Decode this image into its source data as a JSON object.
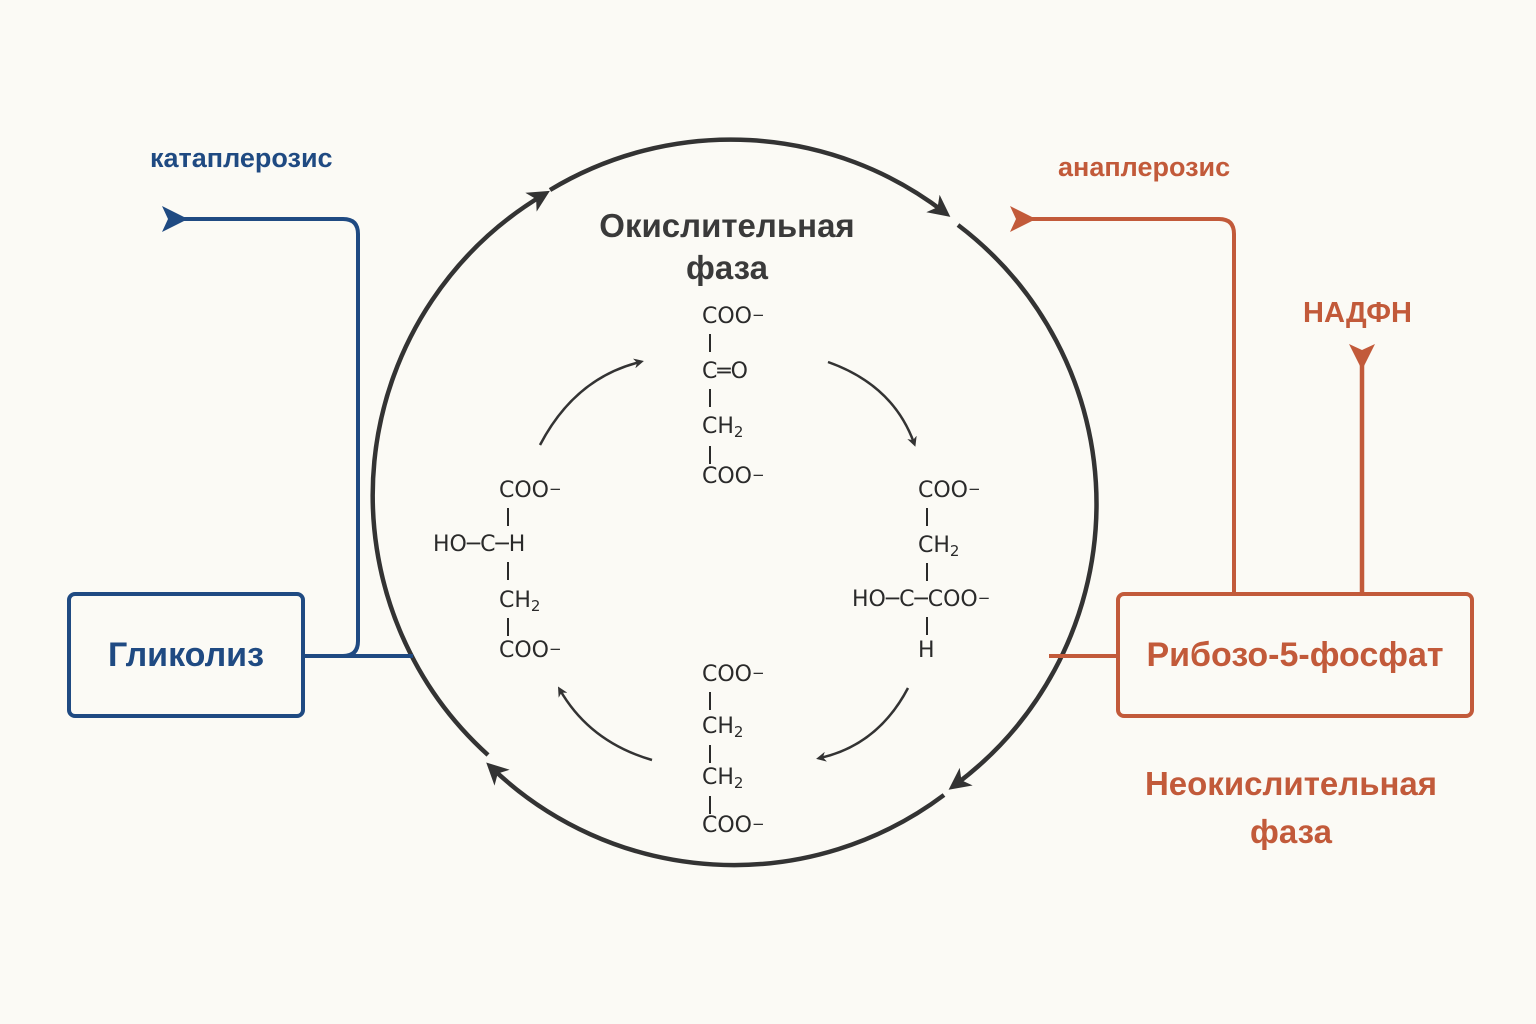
{
  "labels": {
    "oxidative_phase": [
      "Окислительная",
      "фаза"
    ],
    "nonoxidative_phase": [
      "Неокислительная",
      "фаза"
    ],
    "cataplerosis": "катаплерозис",
    "anaplerosis": "анаплерозис",
    "nadph": "НАДФН"
  },
  "boxes": {
    "glycolysis": "Гликолиз",
    "ribose5p": "Рибозо-5-фосфат"
  },
  "colors": {
    "blue": "#1f4a82",
    "orange": "#c25a3a",
    "circle": "#333333"
  },
  "molecules": {
    "oxaloacetate": {
      "r1": "COO",
      "r1_charge": "−",
      "r2": "C═O",
      "r3": "CH",
      "r3_sub": "2",
      "r4": "COO",
      "r4_charge": "−"
    },
    "citrate": {
      "r1": "COO",
      "r1_charge": "−",
      "r2": "CH",
      "r2_sub": "2",
      "r3_left": "HO",
      "r3_c": "C",
      "r3_right": "COO",
      "r3_charge": "−",
      "r4": "H"
    },
    "succinate": {
      "r1": "COO",
      "r1_charge": "−",
      "r2": "CH",
      "r2_sub": "2",
      "r3": "CH",
      "r3_sub": "2",
      "r4": "COO",
      "r4_charge": "−"
    },
    "malate": {
      "r1": "COO",
      "r1_charge": "−",
      "r2_left": "HO",
      "r2_c": "C",
      "r2_right": "H",
      "r3": "CH",
      "r3_sub": "2",
      "r4": "COO",
      "r4_charge": "−"
    }
  }
}
